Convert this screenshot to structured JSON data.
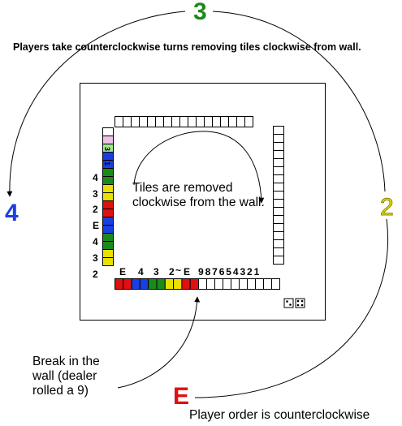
{
  "seat_labels": {
    "east": "E",
    "south": "2",
    "west": "3",
    "north": "4"
  },
  "notes": {
    "turn_order": "Players take counterclockwise turns removing tiles clockwise from wall.",
    "center": "Tiles are removed clockwise from the wall.",
    "break": "Break in the wall (dealer rolled a 9)",
    "player_order": "Player order is counterclockwise"
  },
  "bottom_wall_labels": [
    "E",
    "4",
    "3",
    "2",
    "~",
    "E"
  ],
  "bottom_wall_count": "987654321",
  "left_wall_labels": [
    "4",
    "3",
    "2",
    "E",
    "4",
    "3",
    "2"
  ],
  "left_wall_small_labels": [
    "1",
    "3"
  ],
  "colors": {
    "east": "#e01010",
    "south": "#e8e000",
    "west": "#1a8a1a",
    "north": "#1a3fe0",
    "pink": "#f0c0e8",
    "lightgreen": "#a0e890",
    "text_green": "#1a8a1a",
    "text_blue": "#1a3fe0",
    "text_red": "#e01010",
    "text_yellow": "#e8e000"
  },
  "icons": {
    "dice": "two-dice-icon"
  }
}
